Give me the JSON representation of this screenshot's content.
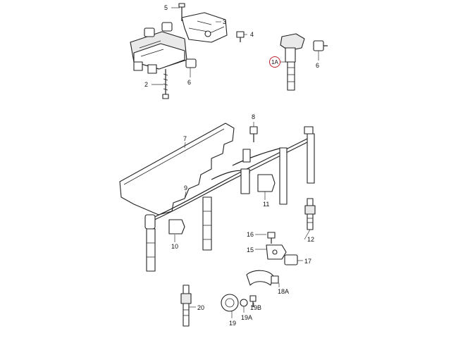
{
  "callouts": {
    "c1A": "1A",
    "c2": "2",
    "c3": "3",
    "c4": "4",
    "c5": "5",
    "c6a": "6",
    "c6b": "6",
    "c7": "7",
    "c8": "8",
    "c9": "9",
    "c10": "10",
    "c11": "11",
    "c12": "12",
    "c15": "15",
    "c16": "16",
    "c17": "17",
    "c18A": "18A",
    "c19": "19",
    "c19A": "19A",
    "c19B": "19B",
    "c20": "20"
  },
  "highlight_color": "#c0202a"
}
